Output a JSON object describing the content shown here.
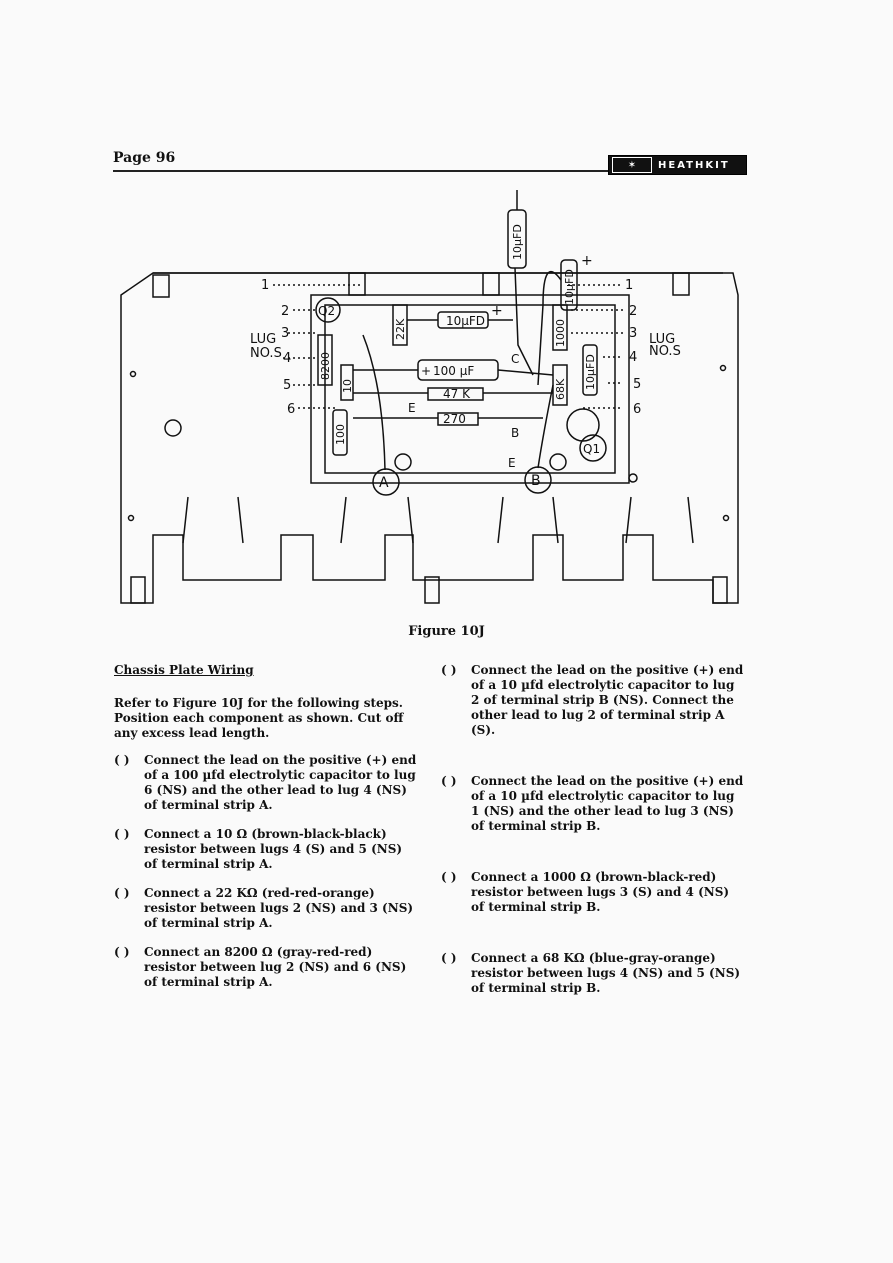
{
  "header": {
    "page_label": "Page 96",
    "brand": "HEATHKIT"
  },
  "figure": {
    "caption": "Figure 10J",
    "labels": {
      "lug_nos_left": [
        "LUG",
        "NO.S"
      ],
      "lug_nos_right": [
        "LUG",
        "NO.S"
      ],
      "lug_numbers": [
        "1",
        "2",
        "3",
        "4",
        "5",
        "6"
      ],
      "strip_a": "A",
      "strip_b": "B",
      "q1": "Q1",
      "q2": "Q2",
      "cap_100uf": "100 µF",
      "cap_10ufd_top": "10µFD",
      "cap_10ufd_upper": "10µFD",
      "cap_10ufd_right": "10µFD",
      "cap_10ufd_vertical": "10µFD",
      "cap_100_left": "100",
      "res_47k": "47 K",
      "res_270": "270",
      "res_22k": "22K",
      "res_8200": "8200",
      "res_10": "10",
      "res_1000": "1000",
      "res_68k": "68K",
      "terminal_c": "C",
      "terminal_e_left": "E",
      "terminal_e_right": "E",
      "terminal_b": "B",
      "plus": "+"
    }
  },
  "left_column": {
    "heading": "Chassis Plate Wiring",
    "intro": "Refer to Figure 10J for the following steps. Position each component as shown. Cut off any excess lead length.",
    "steps": [
      {
        "box": "( )",
        "text": "Connect the lead on the positive (+) end of a 100 µfd electrolytic capacitor to lug 6 (NS) and the other lead to lug 4 (NS) of terminal strip A."
      },
      {
        "box": "( )",
        "text": "Connect a 10 Ω (brown-black-black) resistor between lugs 4 (S) and 5 (NS) of terminal strip A."
      },
      {
        "box": "( )",
        "text": "Connect a 22 KΩ (red-red-orange) resistor between lugs 2 (NS) and 3 (NS) of terminal strip A."
      },
      {
        "box": "( )",
        "text": "Connect an 8200 Ω (gray-red-red) resistor between lug 2 (NS) and 6 (NS) of terminal strip A."
      }
    ]
  },
  "right_column": {
    "steps": [
      {
        "box": "( )",
        "text": "Connect the lead on the positive (+) end of a 10 µfd electrolytic capacitor to lug 2 of terminal strip B (NS). Connect the other lead to lug 2 of terminal strip A (S)."
      },
      {
        "box": "( )",
        "text": "Connect the lead on the positive (+) end of a 10 µfd electrolytic capacitor to lug 1 (NS) and the other lead to lug 3 (NS) of terminal strip B."
      },
      {
        "box": "( )",
        "text": "Connect a 1000 Ω (brown-black-red) resistor between lugs 3 (S) and 4 (NS) of terminal strip B."
      },
      {
        "box": "( )",
        "text": "Connect a 68 KΩ (blue-gray-orange) resistor between lugs 4 (NS) and 5 (NS) of terminal strip B."
      }
    ]
  }
}
